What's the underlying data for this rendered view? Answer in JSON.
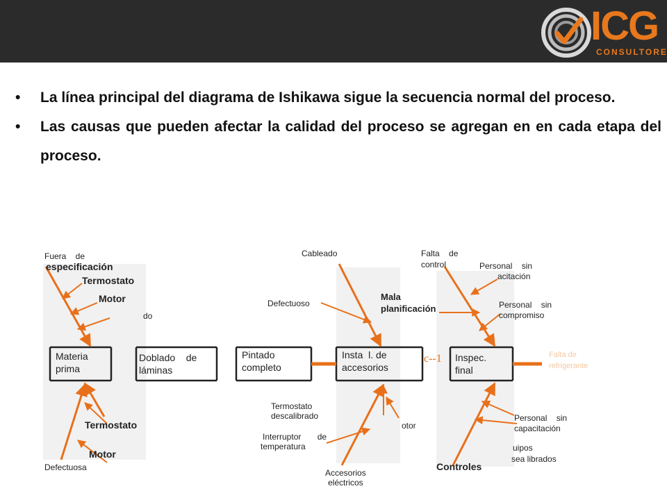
{
  "logo": {
    "text": "ICG",
    "subtitle": "CONSULTORES"
  },
  "bullets": [
    "La línea principal del diagrama de Ishikawa  sigue la secuencia normal del proceso.",
    "Las causas que pueden  afectar la calidad  del proceso se agregan en en cada etapa del proceso."
  ],
  "diagram": {
    "stages": [
      {
        "line1": "Materia",
        "line2": "prima"
      },
      {
        "line1": "Doblado    de",
        "line2": "láminas"
      },
      {
        "line1": "Pintado",
        "line2": "completo"
      },
      {
        "line1": "Insta  l. de",
        "line2": "accesorios"
      },
      {
        "line1": "Inspec.",
        "line2": "final"
      }
    ],
    "causes": {
      "fuera_de": "Fuera    de",
      "especificacion": "especificación",
      "termostato_top": "Termostato",
      "motor_top": "Motor",
      "do": "do",
      "termostato_bottom": "Termostato",
      "motor_bottom": "Motor",
      "defectuosa": "Defectuosa",
      "cableado": "Cableado",
      "defectuoso": "Defectuoso",
      "mala": "Mala",
      "planificacion": "planificación",
      "falta_de": "Falta    de",
      "control": "control",
      "personal_sin_1": "Personal    sin",
      "acitacion": "acitación",
      "personal_sin_2": "Personal    sin",
      "compromiso": "compromiso",
      "termostato_desc_1": "Termostato",
      "termostato_desc_2": "descalibrado",
      "interruptor_1": "Interruptor       de",
      "interruptor_2": "temperatura",
      "accesorios_1": "Accesorios",
      "accesorios_2": "eléctricos",
      "otor": "otor",
      "c_mark": "c--1",
      "personal_sin_3": "Personal    sin",
      "capacitacion": "capacitación",
      "uipos": "uipos",
      "sea_librados": "sea librados",
      "controles": "Controles",
      "falta_de_faint": "Falta    de",
      "refrigerante": "refrigerante"
    },
    "colors": {
      "arrow": "#e8701a",
      "frame": "#222222"
    }
  }
}
